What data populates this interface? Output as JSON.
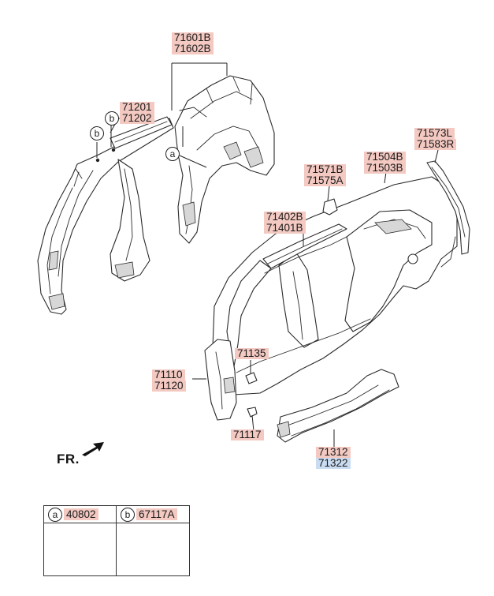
{
  "labels": {
    "p71601B": "71601B",
    "p71602B": "71602B",
    "p71201": "71201",
    "p71202": "71202",
    "p71573L": "71573L",
    "p71583R": "71583R",
    "p71504B": "71504B",
    "p71503B": "71503B",
    "p71571B": "71571B",
    "p71575A": "71575A",
    "p71402B": "71402B",
    "p71401B": "71401B",
    "p71135": "71135",
    "p71110": "71110",
    "p71120": "71120",
    "p71117": "71117",
    "p71312": "71312",
    "p71322": "71322"
  },
  "callouts": {
    "a": "a",
    "b": "b"
  },
  "direction": {
    "fr": "FR."
  },
  "legend": {
    "a_letter": "a",
    "a_code": "40802",
    "b_letter": "b",
    "b_code": "67117A"
  },
  "colors": {
    "label_highlight": "#f3c9c2",
    "label_highlight_blue": "#c9dcf2",
    "line": "#2a2a2a"
  }
}
